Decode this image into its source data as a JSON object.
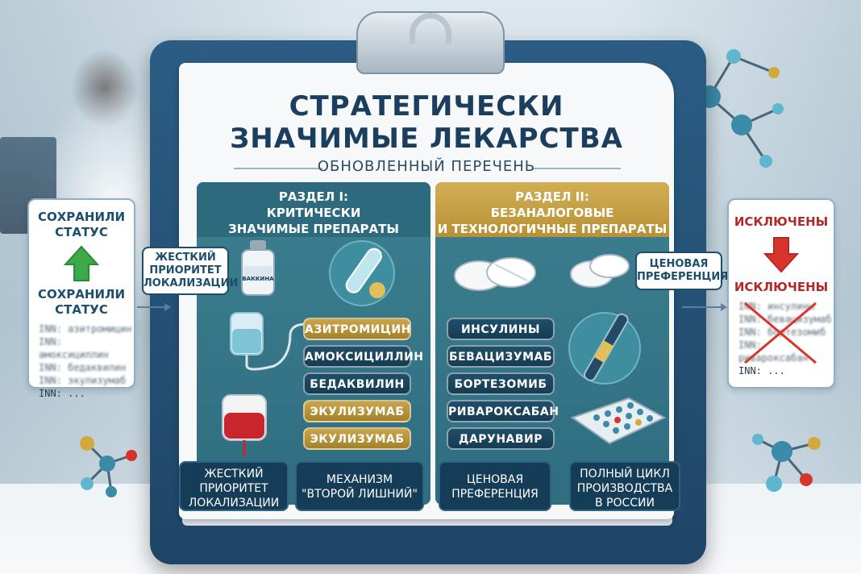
{
  "title_line1": "СТРАТЕГИЧЕСКИ",
  "title_line2": "ЗНАЧИМЫЕ ЛЕКАРСТВА",
  "subtitle": "ОБНОВЛЕННЫЙ ПЕРЕЧЕНЬ",
  "section1": {
    "head_line1": "РАЗДЕЛ I:",
    "head_line2": "КРИТИЧЕСКИ",
    "head_line3": "ЗНАЧИМЫЕ ПРЕПАРАТЫ",
    "vial_label": "ВАККИНА",
    "drugs": [
      "АЗИТРОМИЦИН",
      "АМОКСИЦИЛЛИН",
      "БЕДАКВИЛИН",
      "ЭКУЛИЗУМАБ",
      "ЭКУЛИЗУМАБ"
    ],
    "footer_left": [
      "ЖЕСТКИЙ",
      "ПРИОРИТЕТ",
      "ЛОКАЛИЗАЦИИ"
    ],
    "footer_right": [
      "МЕХАНИЗМ",
      "\"ВТОРОЙ ЛИШНИЙ\""
    ]
  },
  "section2": {
    "head_line1": "РАЗДЕЛ II:",
    "head_line2": "БЕЗАНАЛОГОВЫЕ",
    "head_line3": "И ТЕХНОЛОГИЧНЫЕ ПРЕПАРАТЫ",
    "drugs": [
      "ИНСУЛИНЫ",
      "БЕВАЦИЗУМАБ",
      "БОРТЕЗОМИБ",
      "РИВАРОКСАБАН",
      "ДАРУНАВИР"
    ],
    "footer_left": [
      "ЦЕНОВАЯ",
      "ПРЕФЕРЕНЦИЯ"
    ],
    "footer_right": [
      "ПОЛНЫЙ ЦИКЛ",
      "ПРОИЗВОДСТВА",
      "В РОССИИ"
    ]
  },
  "left_panel": {
    "title1_line1": "СОХРАНИЛИ",
    "title1_line2": "СТАТУС",
    "title2_line1": "СОХРАНИЛИ",
    "title2_line2": "СТАТУС",
    "inn_rows": [
      "INN: азитромицин",
      "INN: амоксициллин",
      "INN: бедаквилин",
      "INN: экулизумаб",
      "INN: ..."
    ]
  },
  "right_panel": {
    "title1": "ИСКЛЮЧЕНЫ",
    "title2": "ИСКЛЮЧЕНЫ",
    "inn_rows": [
      "INN: инсулины",
      "INN: бевацизумаб",
      "INN: бортезомиб",
      "INN: ривароксабан",
      "INN: ..."
    ]
  },
  "callouts": {
    "left_line1": "ЖЕСТКИЙ",
    "left_line2": "ПРИОРИТЕТ",
    "left_line3": "ЛОКАЛИЗАЦИИ",
    "right_line1": "ЦЕНОВАЯ",
    "right_line2": "ПРЕФЕРЕНЦИЯ"
  },
  "colors": {
    "navy": "#1c3e5e",
    "teal": "#2f6d80",
    "gold": "#c9a64c",
    "green": "#3daa4a",
    "red": "#d8342c"
  }
}
